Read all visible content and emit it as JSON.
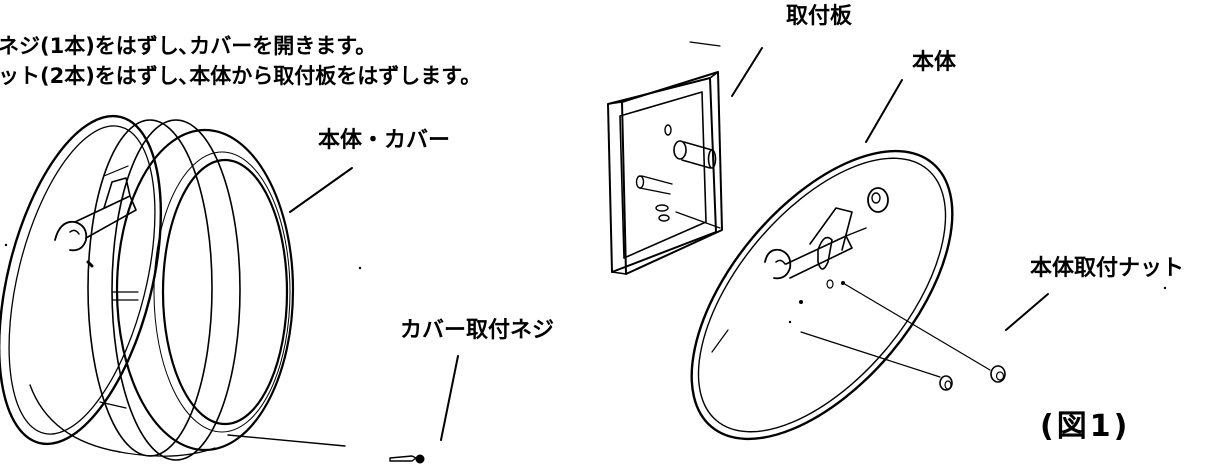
{
  "instructions": [
    "ネジ(1本)をはずし､カバーを開きます。",
    "ット(2本)をはずし､本体から取付板をはずします。"
  ],
  "labels": {
    "body_cover": "本体・カバー",
    "cover_screw": "カバー取付ネジ",
    "mounting_plate": "取付板",
    "body": "本体",
    "body_nut": "本体取付ナット"
  },
  "figure_number": "(図1)",
  "colors": {
    "ink": "#000000",
    "paper": "#ffffff"
  }
}
